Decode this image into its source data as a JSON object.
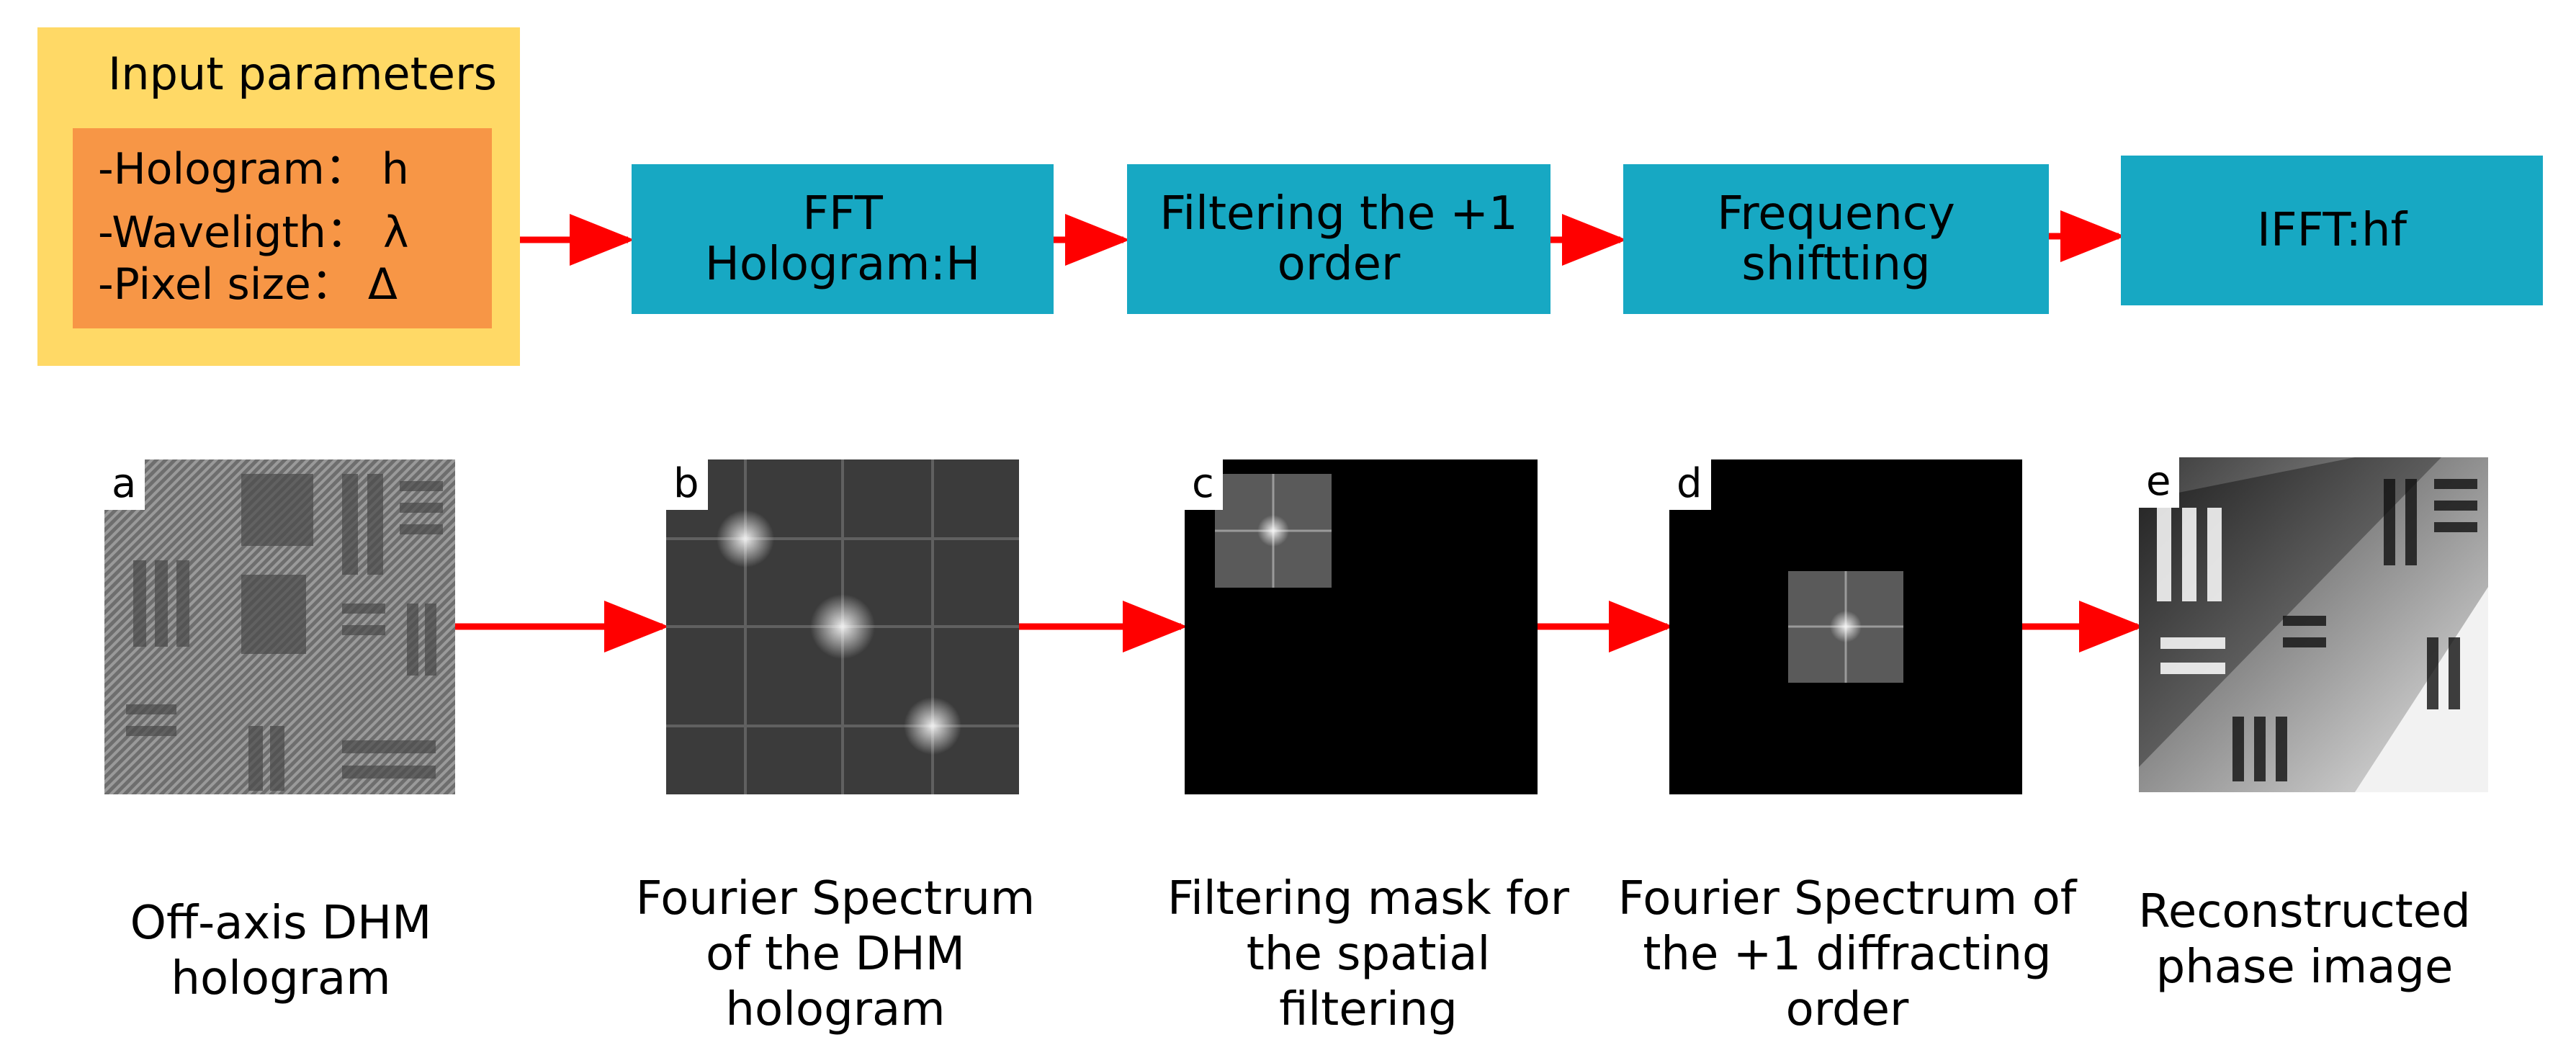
{
  "input": {
    "title": "Input parameters",
    "lines": [
      "-Hologram： h",
      "-Waveligth： λ",
      "-Pixel size： Δ"
    ]
  },
  "steps": [
    {
      "line1": "FFT",
      "line2": "Hologram:H"
    },
    {
      "line1": "Filtering the +1",
      "line2": "order"
    },
    {
      "line1": "Frequency",
      "line2": "shiftting"
    },
    {
      "line1": "IFFT:hf",
      "line2": ""
    }
  ],
  "panels": [
    {
      "letter": "a",
      "caption1": "Off-axis DHM",
      "caption2": "hologram",
      "caption3": ""
    },
    {
      "letter": "b",
      "caption1": "Fourier Spectrum",
      "caption2": "of the DHM",
      "caption3": "hologram"
    },
    {
      "letter": "c",
      "caption1": "Filtering mask for",
      "caption2": "the spatial",
      "caption3": "filtering"
    },
    {
      "letter": "d",
      "caption1": "Fourier Spectrum of",
      "caption2": "the +1 diffracting",
      "caption3": "order"
    },
    {
      "letter": "e",
      "caption1": "Reconstructed",
      "caption2": "phase image",
      "caption3": ""
    }
  ],
  "colors": {
    "outer_box": "#ffd966",
    "inner_box": "#f79646",
    "step_box": "#17a8c3",
    "arrow": "#ff0000"
  }
}
